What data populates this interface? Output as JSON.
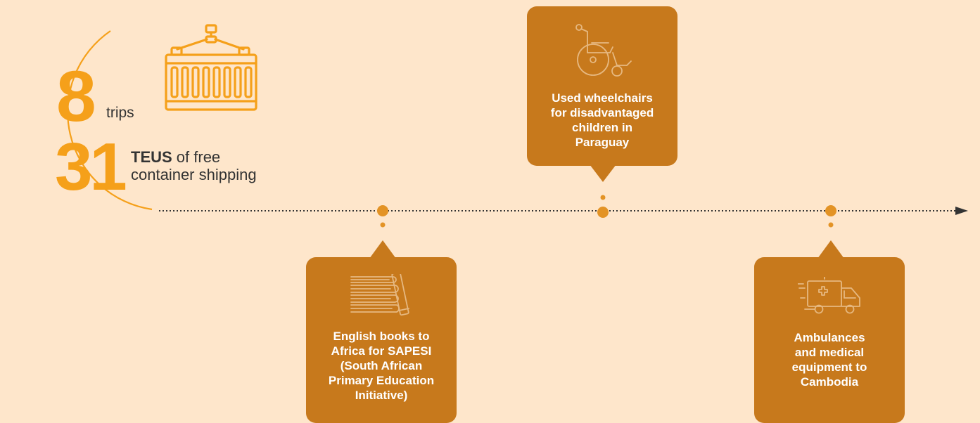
{
  "stats": {
    "trips_number": "8",
    "trips_label": "trips",
    "teus_number": "31",
    "teus_bold": "TEUS",
    "teus_rest": " of free",
    "teus_line2": "container shipping"
  },
  "timeline": {
    "cards": [
      {
        "id": "wheelchairs",
        "icon": "wheelchair-icon",
        "lines": [
          "Used wheelchairs",
          "for disadvantaged",
          "children in",
          "Paraguay"
        ]
      },
      {
        "id": "books",
        "icon": "books-icon",
        "lines": [
          "English books to",
          "Africa for SAPESI",
          "(South African",
          "Primary Education",
          "Initiative)"
        ]
      },
      {
        "id": "ambulances",
        "icon": "ambulance-icon",
        "lines": [
          "Ambulances",
          "and medical",
          "equipment to",
          "Cambodia"
        ]
      }
    ]
  },
  "colors": {
    "background": "#fee6cb",
    "accent_orange": "#f5a01a",
    "card_brown": "#c7791c",
    "dot_color": "#e39325",
    "line_color": "#333333",
    "text_white": "#ffffff",
    "icon_light": "#e6b880"
  }
}
